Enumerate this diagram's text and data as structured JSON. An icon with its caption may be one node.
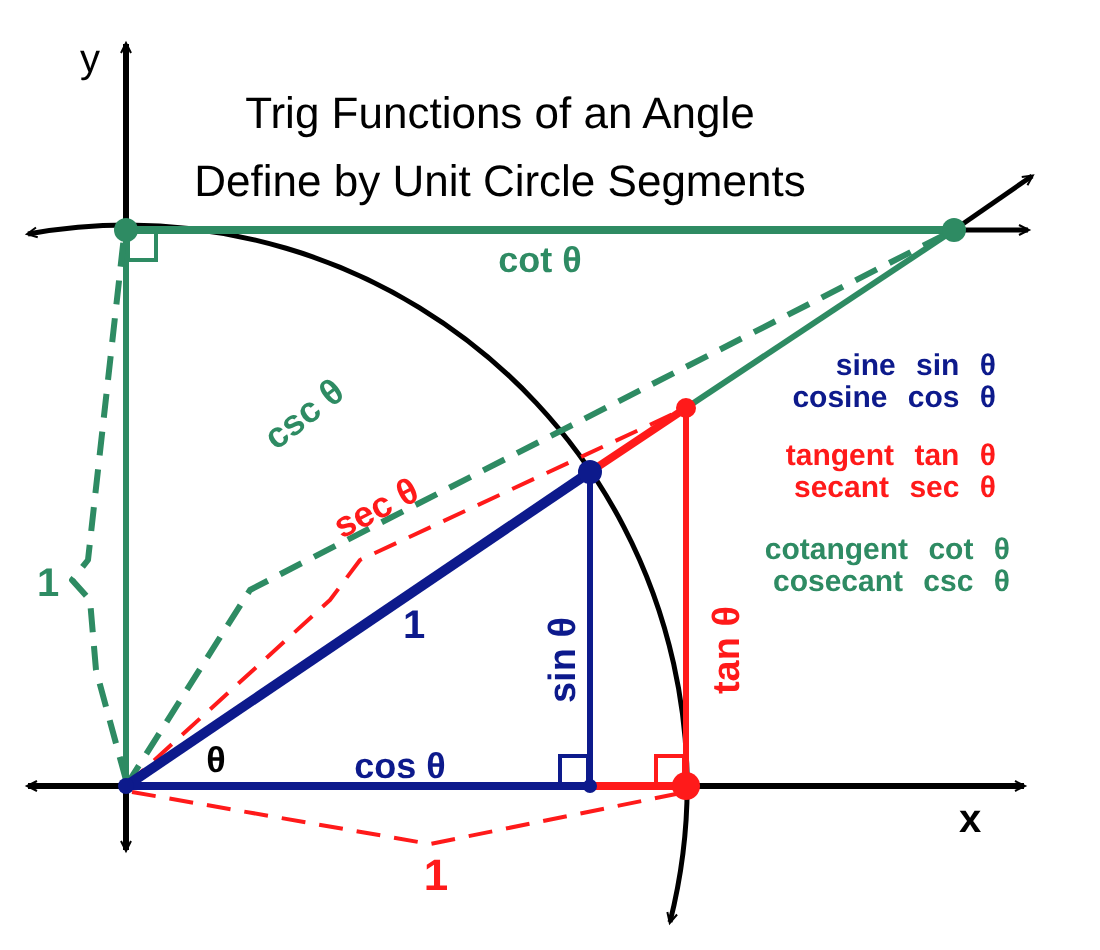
{
  "diagram": {
    "title": "Trig Functions of an Angle Define by Unit Circle Segments",
    "labels": [
      "y",
      "cot θ",
      "sine sin θ",
      "cosine cos θ",
      "csc θ",
      "sec θ",
      "tangent tan θ",
      "secant sec θ",
      "1",
      "1",
      "cotangent cot θ",
      "cosecant csc θ",
      "sin θ",
      "tan θ",
      "θ",
      "cos θ",
      "x",
      "1"
    ]
  }
}
